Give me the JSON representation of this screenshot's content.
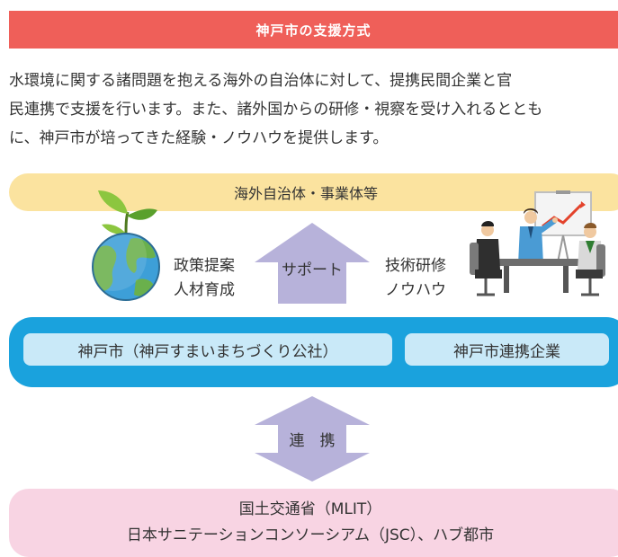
{
  "header": {
    "title": "神戸市の支援方式"
  },
  "intro": {
    "lines": [
      "水環境に関する諸問題を抱える海外の自治体に対して、提携民間企業と官",
      "民連携で支援を行います。また、諸外国からの研修・視察を受け入れるととも",
      "に、神戸市が培ってきた経験・ノウハウを提供します。"
    ]
  },
  "diagram": {
    "top_box": "海外自治体・事業体等",
    "left_text": [
      "政策提案",
      "人材育成"
    ],
    "support_arrow_label": "サポート",
    "right_text": [
      "技術研修",
      "ノウハウ"
    ],
    "kobe_city_box": "神戸市（神戸すまいまちづくり公社）",
    "partner_box": "神戸市連携企業",
    "link_arrow_label": "連　携",
    "bottom_box": [
      "国土交通省（MLIT）",
      "日本サニテーションコンソーシアム（JSC）、ハブ都市"
    ]
  },
  "colors": {
    "header": "#ef5f59",
    "top_box": "#fbe39f",
    "blue_band": "#1aa2dd",
    "light_blue_pill": "#c9e9f8",
    "arrow": "#b7b2da",
    "bottom_box": "#f8d4e3"
  },
  "icons": {
    "globe": "globe-with-sprout-icon",
    "meeting": "business-meeting-presentation-icon"
  }
}
